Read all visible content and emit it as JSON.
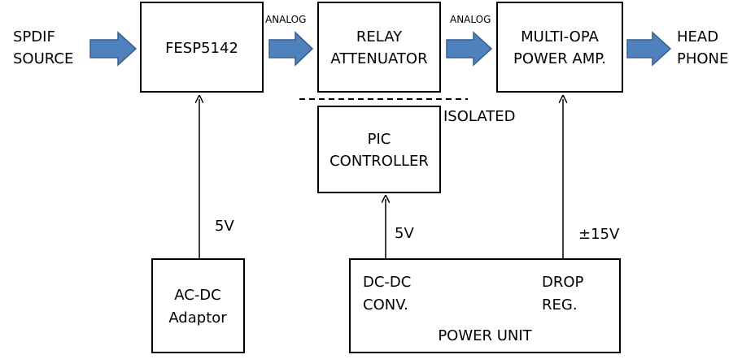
{
  "colors": {
    "block_arrow_fill": "#4f81bd",
    "block_arrow_stroke": "#385d8a",
    "box_stroke": "#000000"
  },
  "input": {
    "line1": "SPDIF",
    "line2": "SOURCE"
  },
  "output": {
    "line1": "HEAD",
    "line2": "PHONE"
  },
  "blocks": {
    "fesp": {
      "line1": "FESP5142"
    },
    "relay": {
      "line1": "RELAY",
      "line2": "ATTENUATOR"
    },
    "amp": {
      "line1": "MULTI-OPA",
      "line2": "POWER AMP."
    },
    "pic": {
      "line1": "PIC",
      "line2": "CONTROLLER"
    },
    "adaptor": {
      "line1": "AC-DC",
      "line2": "Adaptor"
    },
    "power": {
      "title": "POWER UNIT",
      "dcdc_line1": "DC-DC",
      "dcdc_line2": "CONV.",
      "drop_line1": "DROP",
      "drop_line2": "REG."
    }
  },
  "labels": {
    "analog1": "ANALOG",
    "analog2": "ANALOG",
    "isolated": "ISOLATED",
    "v_adaptor": "5V",
    "v_pic": "5V",
    "v_amp": "±15V"
  }
}
